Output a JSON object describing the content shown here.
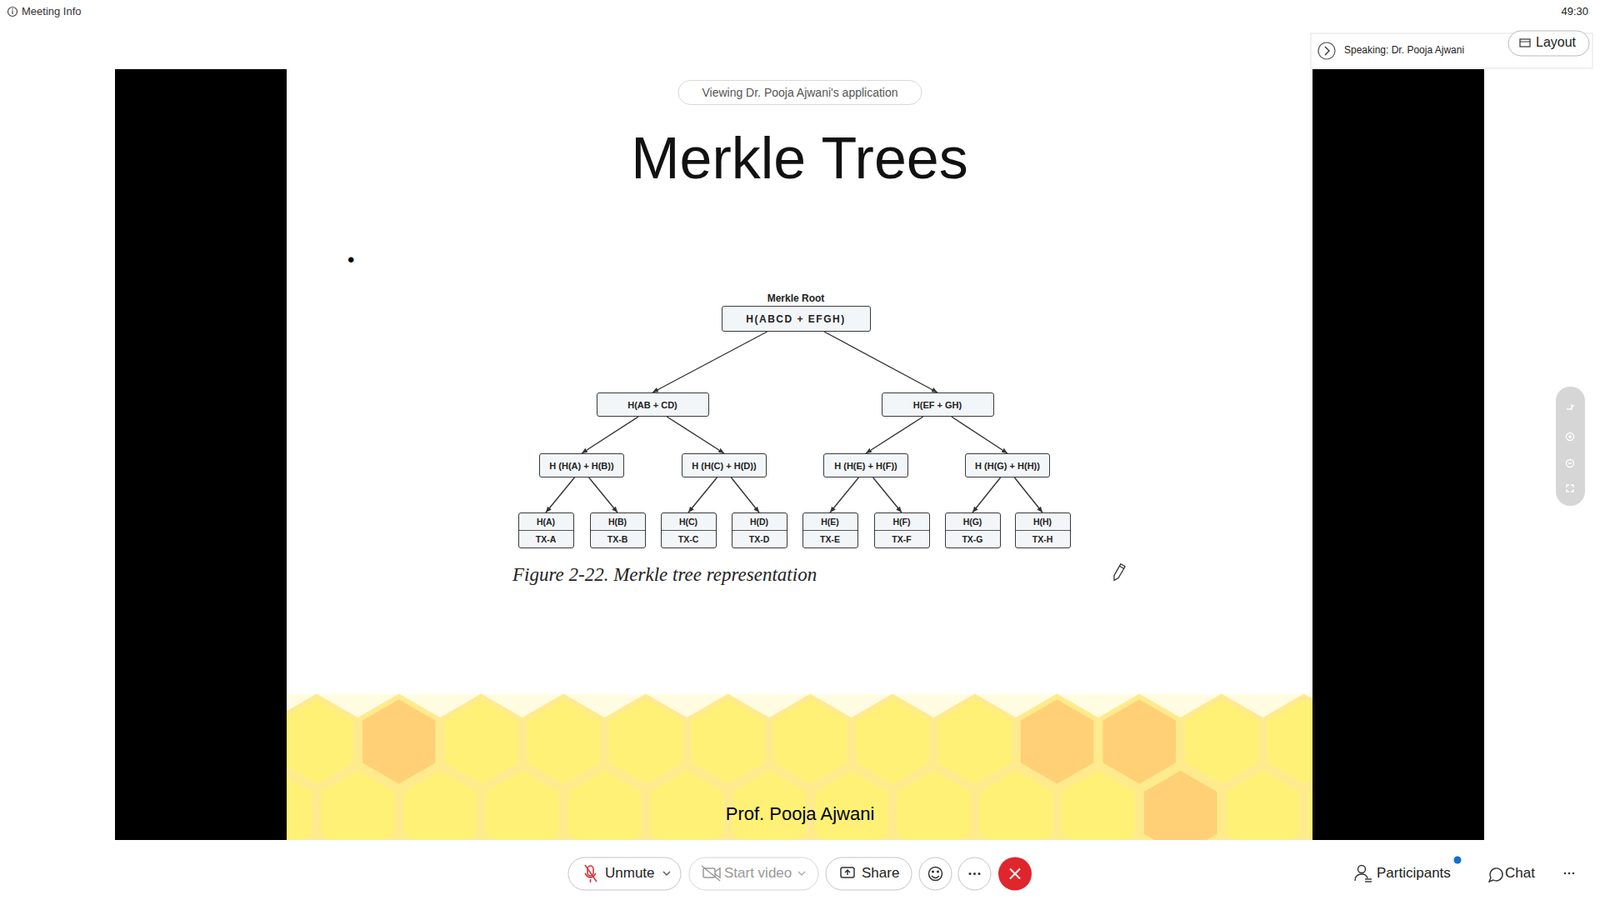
{
  "diagram": {
    "title": "Merkle Trees",
    "caption": "Figure 2-22. Merkle tree representation",
    "nodes": [
      {
        "text": [
          "Merkle Root",
          "H(ABCD + EFGH)"
        ]
      },
      {
        "text": [
          "H(AB + CD)"
        ]
      },
      {
        "text": [
          "H(EF + GH)"
        ]
      },
      {
        "text": [
          "H (H(A) + H(B))"
        ]
      },
      {
        "text": [
          "H (H(C) + H(D))"
        ]
      },
      {
        "text": [
          "H (H(E) + H(F))"
        ]
      },
      {
        "text": [
          "H (H(G) + H(H))"
        ]
      },
      {
        "text": [
          "H(A)",
          "TX-A"
        ]
      },
      {
        "text": [
          "H(B)",
          "TX-B"
        ]
      },
      {
        "text": [
          "H(C)",
          "TX-C"
        ]
      },
      {
        "text": [
          "H(D)",
          "TX-D"
        ]
      },
      {
        "text": [
          "H(E)",
          "TX-E"
        ]
      },
      {
        "text": [
          "H(F)",
          "TX-F"
        ]
      },
      {
        "text": [
          "H(G)",
          "TX-G"
        ]
      },
      {
        "text": [
          "H(H)",
          "TX-H"
        ]
      }
    ],
    "edges": [
      {
        "from": 0,
        "to": 1,
        "arrow": "to"
      },
      {
        "from": 0,
        "to": 2,
        "arrow": "to"
      },
      {
        "from": 1,
        "to": 3,
        "arrow": "to"
      },
      {
        "from": 1,
        "to": 4,
        "arrow": "to"
      },
      {
        "from": 2,
        "to": 5,
        "arrow": "to"
      },
      {
        "from": 2,
        "to": 6,
        "arrow": "to"
      },
      {
        "from": 3,
        "to": 7,
        "arrow": "to"
      },
      {
        "from": 3,
        "to": 8,
        "arrow": "to"
      },
      {
        "from": 4,
        "to": 9,
        "arrow": "to"
      },
      {
        "from": 4,
        "to": 10,
        "arrow": "to"
      },
      {
        "from": 5,
        "to": 11,
        "arrow": "to"
      },
      {
        "from": 5,
        "to": 12,
        "arrow": "to"
      },
      {
        "from": 6,
        "to": 13,
        "arrow": "to"
      },
      {
        "from": 6,
        "to": 14,
        "arrow": "to"
      }
    ],
    "labels": [
      "Meeting Info",
      "49:30",
      "Speaking: Dr. Pooja Ajwani",
      "Layout",
      "Viewing Dr. Pooja Ajwani's application",
      "•",
      "Prof. Pooja Ajwani",
      "Unmute",
      "Start video",
      "Share",
      "Participants",
      "Chat"
    ]
  }
}
